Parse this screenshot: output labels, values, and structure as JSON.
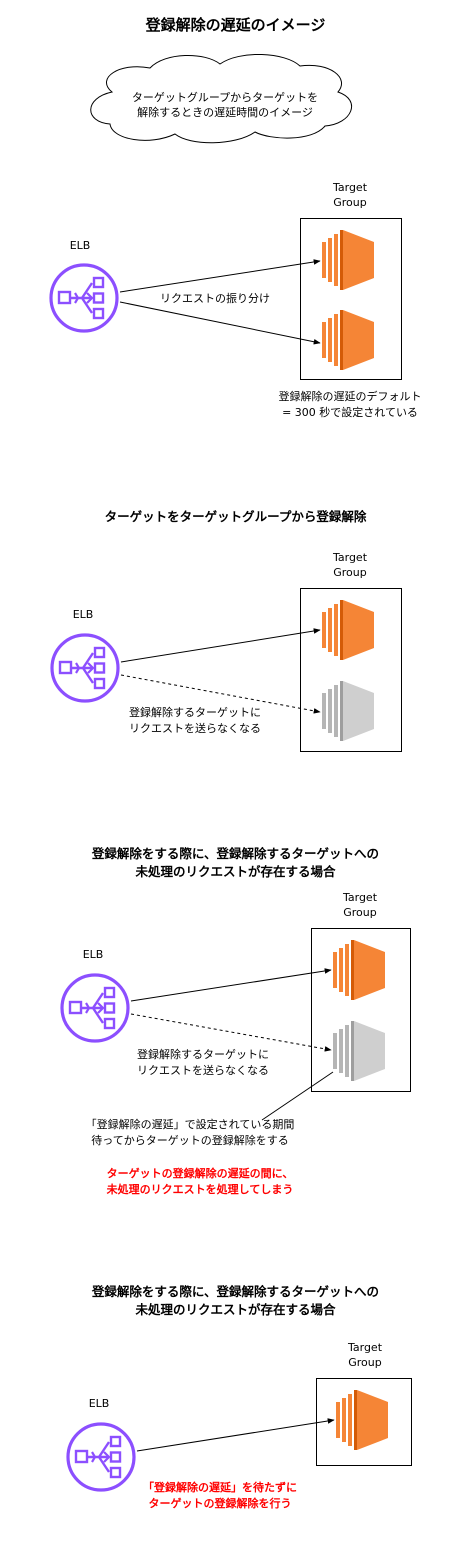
{
  "title": "登録解除の遅延のイメージ",
  "cloud": {
    "line1": "ターゲットグループからターゲットを",
    "line2": "解除するときの遅延時間のイメージ"
  },
  "labels": {
    "elb": "ELB",
    "target_group_1": "Target",
    "target_group_2": "Group"
  },
  "section1": {
    "arrow_label": "リクエストの振り分け",
    "note_line1": "登録解除の遅延のデフォルト",
    "note_line2": "= 300 秒で設定されている"
  },
  "section2": {
    "heading": "ターゲットをターゲットグループから登録解除",
    "note_line1": "登録解除するターゲットに",
    "note_line2": "リクエストを送らなくなる"
  },
  "section3": {
    "heading_line1": "登録解除をする際に、登録解除するターゲットへの",
    "heading_line2": "未処理のリクエストが存在する場合",
    "note_line1": "登録解除するターゲットに",
    "note_line2": "リクエストを送らなくなる",
    "wait_line1": "「登録解除の遅延」で設定されている期間",
    "wait_line2": "待ってからターゲットの登録解除をする",
    "red_line1": "ターゲットの登録解除の遅延の間に、",
    "red_line2": "未処理のリクエストを処理してしまう"
  },
  "section4": {
    "heading_line1": "登録解除をする際に、登録解除するターゲットへの",
    "heading_line2": "未処理のリクエストが存在する場合",
    "red_line1": "「登録解除の遅延」を待たずに",
    "red_line2": "ターゲットの登録解除を行う"
  },
  "colors": {
    "elb_purple": "#8c4fff",
    "ec2_orange": "#f58536",
    "ec2_orange_dark": "#d45b07",
    "ec2_gray": "#c8c8c8",
    "ec2_gray_dark": "#9e9e9e",
    "red_text": "#ff0000"
  },
  "icons": [
    "elb-icon",
    "ec2-instance-icon",
    "cloud-shape"
  ]
}
